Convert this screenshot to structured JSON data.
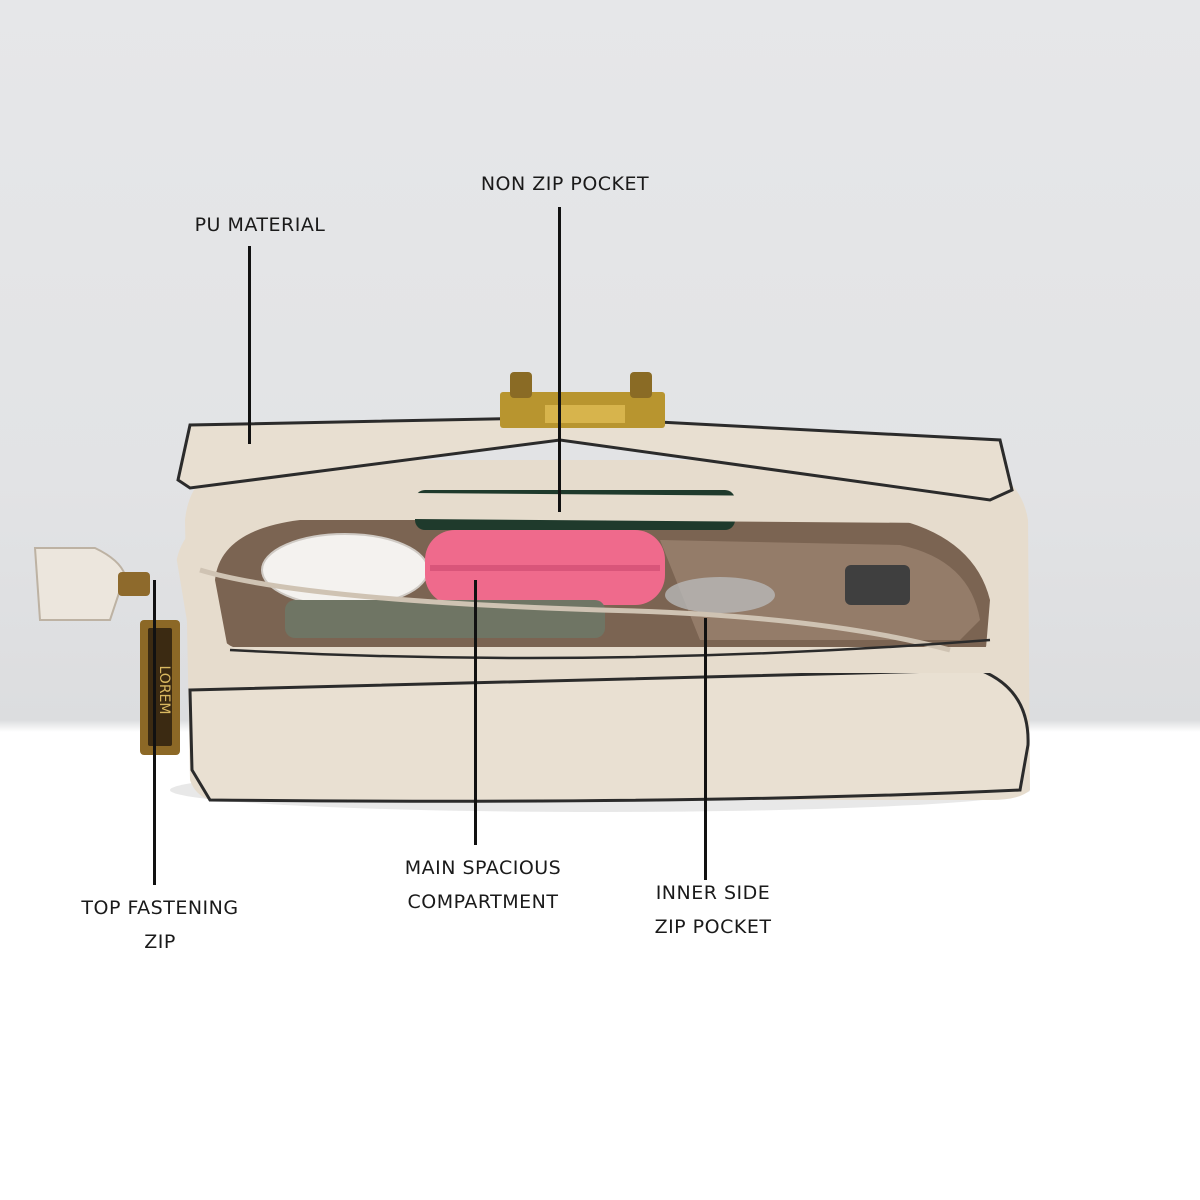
{
  "callouts": {
    "pu_material": "PU MATERIAL",
    "non_zip_pocket": "NON ZIP POCKET",
    "top_fastening_zip_line1": "TOP FASTENING",
    "top_fastening_zip_line2": "ZIP",
    "main_compartment_line1": "MAIN SPACIOUS",
    "main_compartment_line2": "COMPARTMENT",
    "inner_side_zip_line1": "INNER SIDE",
    "inner_side_zip_line2": "ZIP POCKET"
  },
  "zip_tag_text": "LOREM",
  "colors": {
    "bag": "#e7ddcf",
    "trim": "#2a2a2a",
    "lining": "#8a6f5c",
    "hardware": "#b8952f",
    "pink_case": "#ef6a8c",
    "green_wallet": "#1f3a2c"
  }
}
